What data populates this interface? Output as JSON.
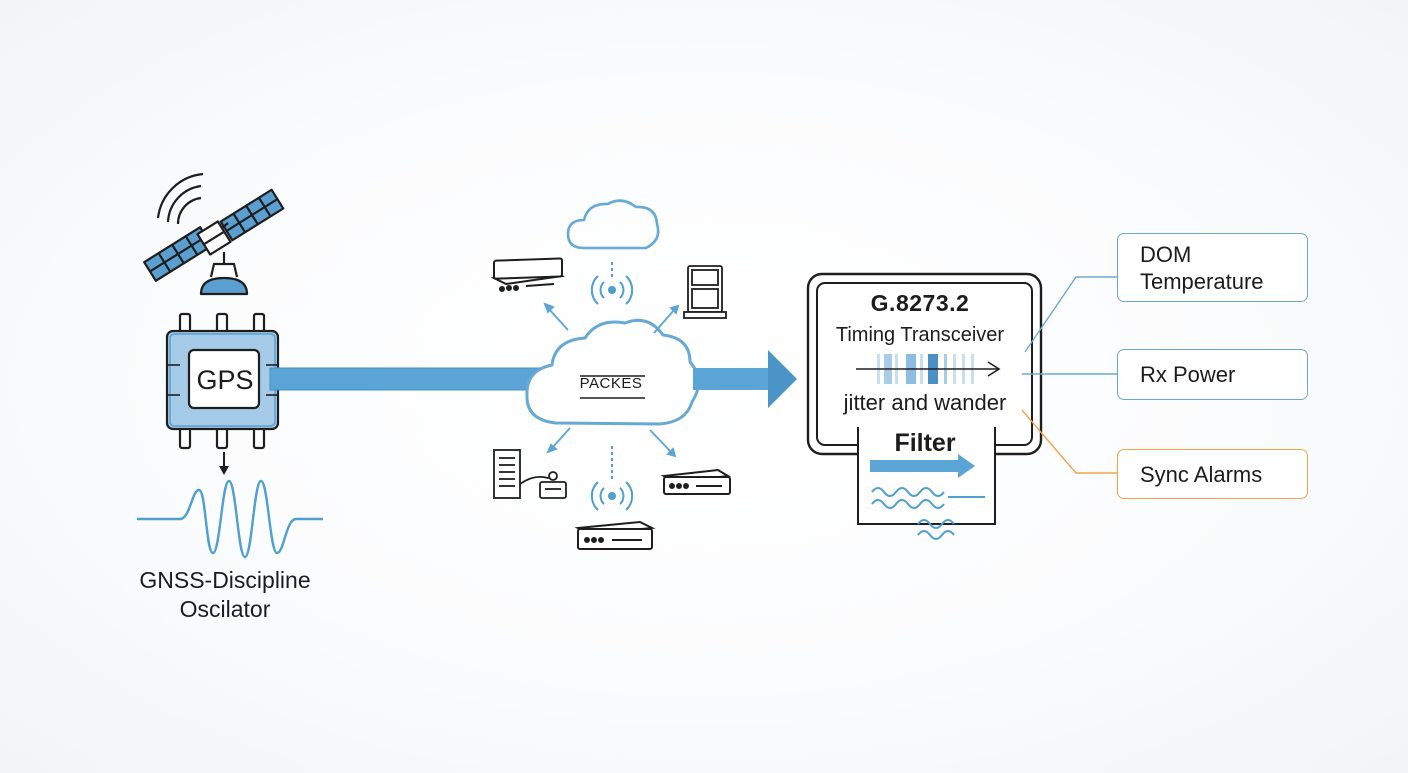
{
  "source": {
    "chip_label": "GPS",
    "oscillator_label_lines": [
      "GNSS-Discipline",
      "Oscilator"
    ]
  },
  "network": {
    "cloud_label": "PACKES"
  },
  "transceiver": {
    "standard": "G.8273.2",
    "name": "Timing Transceiver",
    "impairment": "jitter and wander",
    "filter_label": "Filter"
  },
  "monitoring": {
    "dom_lines": [
      "DOM",
      "Temperature"
    ],
    "rx_power": "Rx Power",
    "sync_alarms": "Sync Alarms"
  },
  "colors": {
    "accent_blue": "#5aa5d6",
    "line_dark": "#1e1e1e",
    "alarm_orange": "#efa54b",
    "cloud_blue": "#66a9d4"
  }
}
